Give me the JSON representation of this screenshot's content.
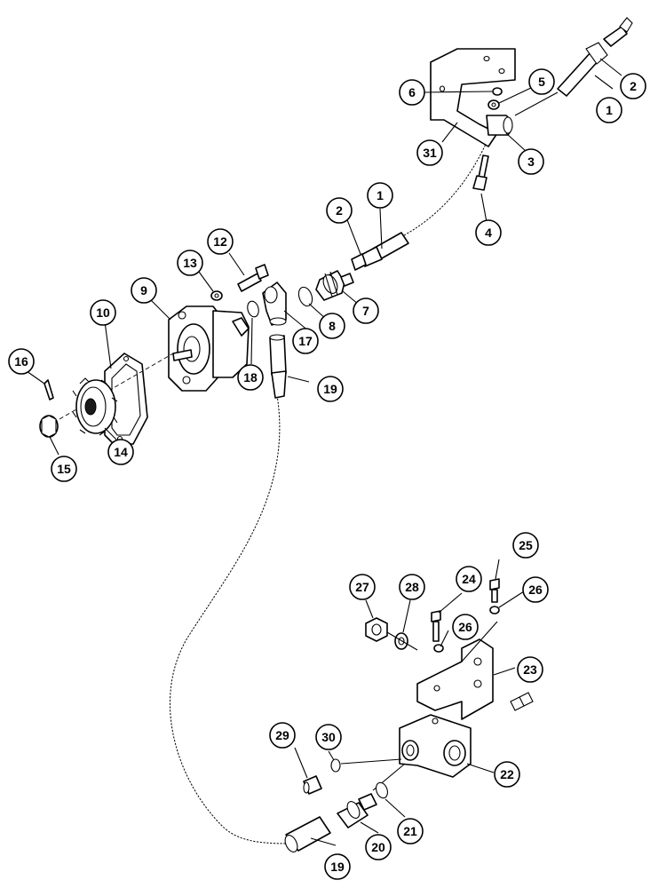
{
  "callouts": {
    "c1a": "1",
    "c2a": "2",
    "c3": "3",
    "c4": "4",
    "c5": "5",
    "c6": "6",
    "c31": "31",
    "c1b": "1",
    "c2b": "2",
    "c7": "7",
    "c8": "8",
    "c9": "9",
    "c10": "10",
    "c12": "12",
    "c13": "13",
    "c14": "14",
    "c15": "15",
    "c16": "16",
    "c17": "17",
    "c18": "18",
    "c19a": "19",
    "c19b": "19",
    "c20": "20",
    "c21": "21",
    "c22": "22",
    "c23": "23",
    "c24": "24",
    "c25": "25",
    "c26a": "26",
    "c26b": "26",
    "c27": "27",
    "c28": "28",
    "c29": "29",
    "c30": "30"
  }
}
